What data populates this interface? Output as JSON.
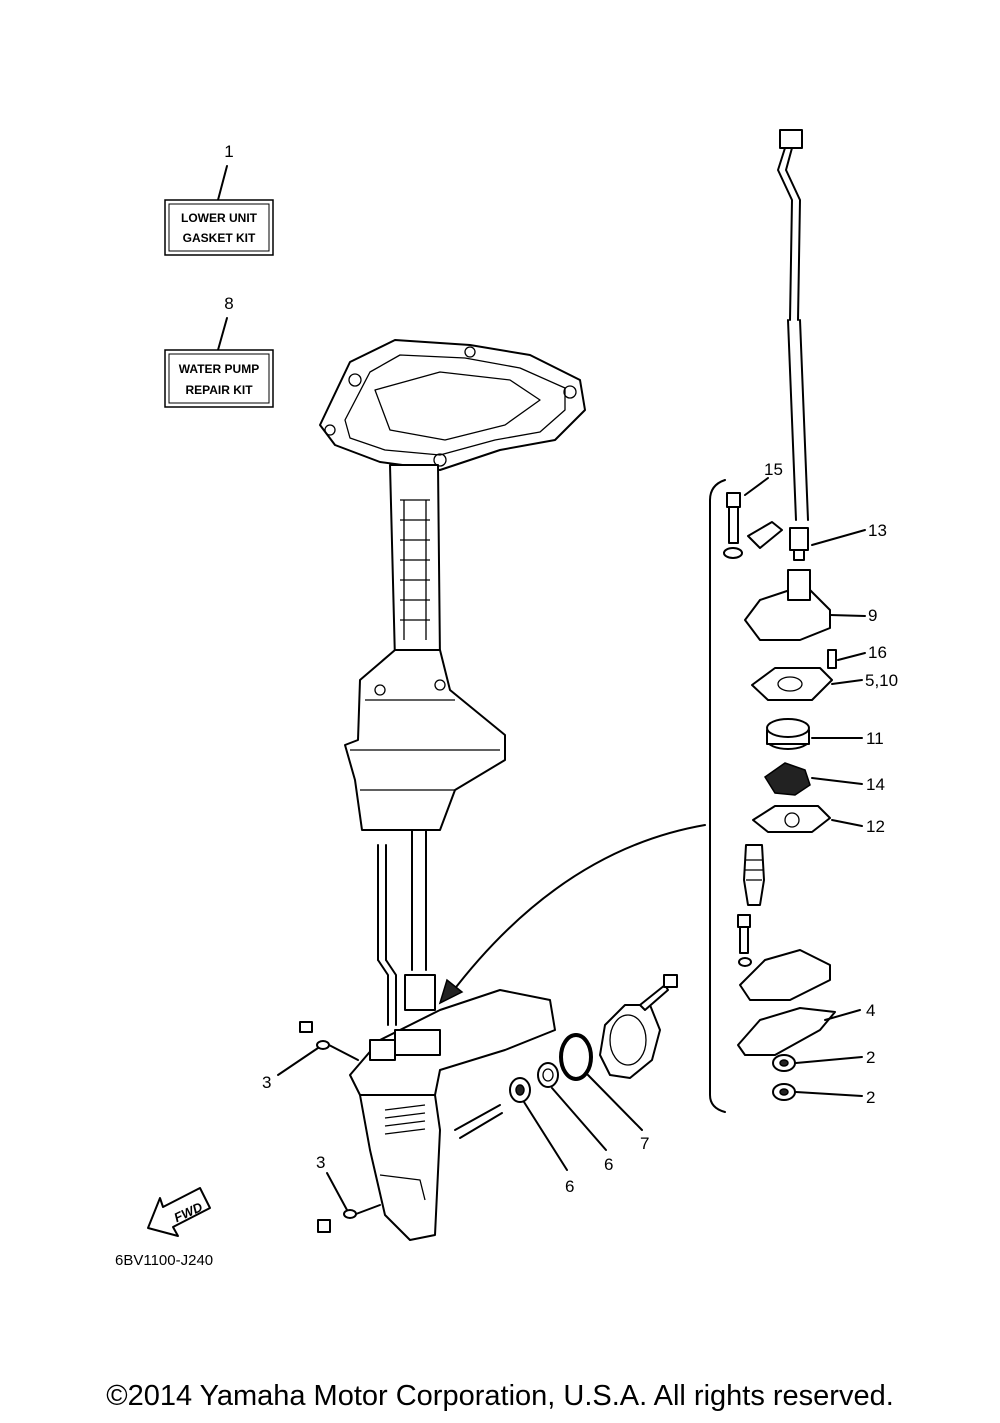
{
  "kits": [
    {
      "ref": "1",
      "line1": "LOWER UNIT",
      "line2": "GASKET KIT"
    },
    {
      "ref": "8",
      "line1": "WATER PUMP",
      "line2": "REPAIR KIT"
    }
  ],
  "callouts": {
    "c15": "15",
    "c13": "13",
    "c9": "9",
    "c16": "16",
    "c5_10": "5,10",
    "c11": "11",
    "c14": "14",
    "c12": "12",
    "c4": "4",
    "c2a": "2",
    "c2b": "2",
    "c3a": "3",
    "c3b": "3",
    "c6a": "6",
    "c6b": "6",
    "c7": "7"
  },
  "fwd_label": "FWD",
  "diagram_code": "6BV1100-J240",
  "copyright": "©2014 Yamaha Motor Corporation, U.S.A. All rights reserved."
}
